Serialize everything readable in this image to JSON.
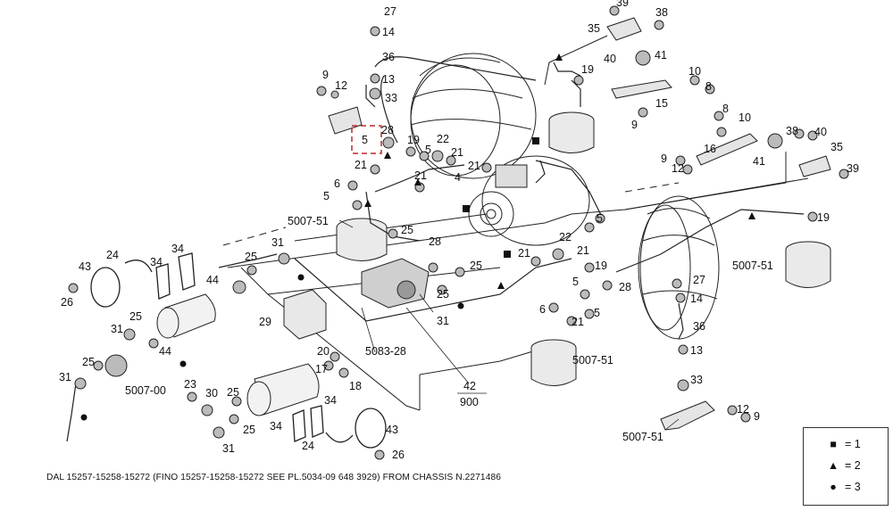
{
  "caption": "DAL 15257-15258-15272 (FINO 15257-15258-15272 SEE PL.5034-09 648 3929) FROM CHASSIS N.2271486",
  "highlight_label": "5",
  "fraction_ref": {
    "numerator": "42",
    "denominator": "900"
  },
  "legend": [
    {
      "symbol": "square",
      "glyph": "■",
      "text": "= 1"
    },
    {
      "symbol": "triangle",
      "glyph": "▲",
      "text": "= 2"
    },
    {
      "symbol": "circle",
      "glyph": "●",
      "text": "= 3"
    }
  ],
  "callouts": {
    "c27a": "27",
    "c14a": "14",
    "c36a": "36",
    "c13a": "13",
    "c33a": "33",
    "c9a": "9",
    "c12a": "12",
    "c28a": "28",
    "c19a": "19",
    "c22a": "22",
    "c21a": "21",
    "c5a": "5",
    "c21b": "21",
    "c6a": "6",
    "c5b": "5",
    "c21c": "21",
    "c4a": "4",
    "c21d": "21",
    "c39a": "39",
    "c38a": "38",
    "c35a": "35",
    "c40a": "40",
    "c41a": "41",
    "c19b": "19",
    "c10a": "10",
    "c8a": "8",
    "c15a": "15",
    "c9b": "9",
    "c8b": "8",
    "c10b": "10",
    "c38b": "38",
    "c40b": "40",
    "c35b": "35",
    "c16a": "16",
    "c9c": "9",
    "c12b": "12",
    "c41b": "41",
    "c39b": "39",
    "c19c": "19",
    "c500751a": "5007-51",
    "c500751b": "5007-51",
    "c500751c": "5007-51",
    "c500751d": "5007-51",
    "c25a": "25",
    "c28b": "28",
    "c25b": "25",
    "c25c": "25",
    "c31a": "31",
    "c21e": "21",
    "c22b": "22",
    "c21f": "21",
    "c5c": "5",
    "c19d": "19",
    "c28c": "28",
    "c5d": "5",
    "c6b": "6",
    "c21g": "21",
    "c5e": "5",
    "c27b": "27",
    "c14b": "14",
    "c36b": "36",
    "c13b": "13",
    "c33b": "33",
    "c12c": "12",
    "c9d": "9",
    "c31b": "31",
    "c25d": "25",
    "c24a": "24",
    "c34a": "34",
    "c43a": "43",
    "c34b": "34",
    "c26a": "26",
    "c44a": "44",
    "c29a": "29",
    "c25e": "25",
    "c31c": "31",
    "c44b": "44",
    "c31d": "31",
    "c25f": "25",
    "c500700": "5007-00",
    "c23a": "23",
    "c30a": "30",
    "c25g": "25",
    "c34c": "34",
    "c34d": "34",
    "c25h": "25",
    "c31e": "31",
    "c24b": "24",
    "c43b": "43",
    "c26b": "26",
    "c20a": "20",
    "c5083": "5083-28",
    "c17a": "17",
    "c18a": "18"
  }
}
